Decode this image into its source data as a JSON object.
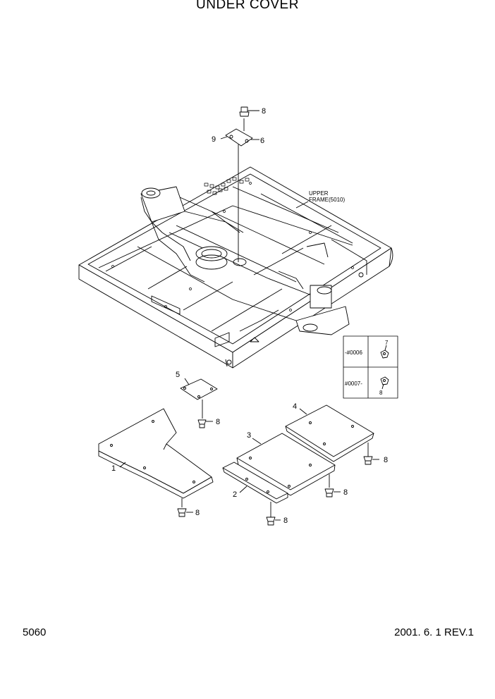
{
  "title": "UNDER COVER",
  "page_number": "5060",
  "revision": "2001. 6. 1 REV.1",
  "frame_label": {
    "line1": "UPPER",
    "line2": "FRAME(5010)"
  },
  "callouts": {
    "c1": "1",
    "c2": "2",
    "c3": "3",
    "c4": "4",
    "c5": "5",
    "c6": "6",
    "c7": "7",
    "c8": "8",
    "c9": "9"
  },
  "serial_table": {
    "row1_label": "-#0006",
    "row1_part": "7",
    "row2_label": "#0007-",
    "row2_part": "8"
  }
}
